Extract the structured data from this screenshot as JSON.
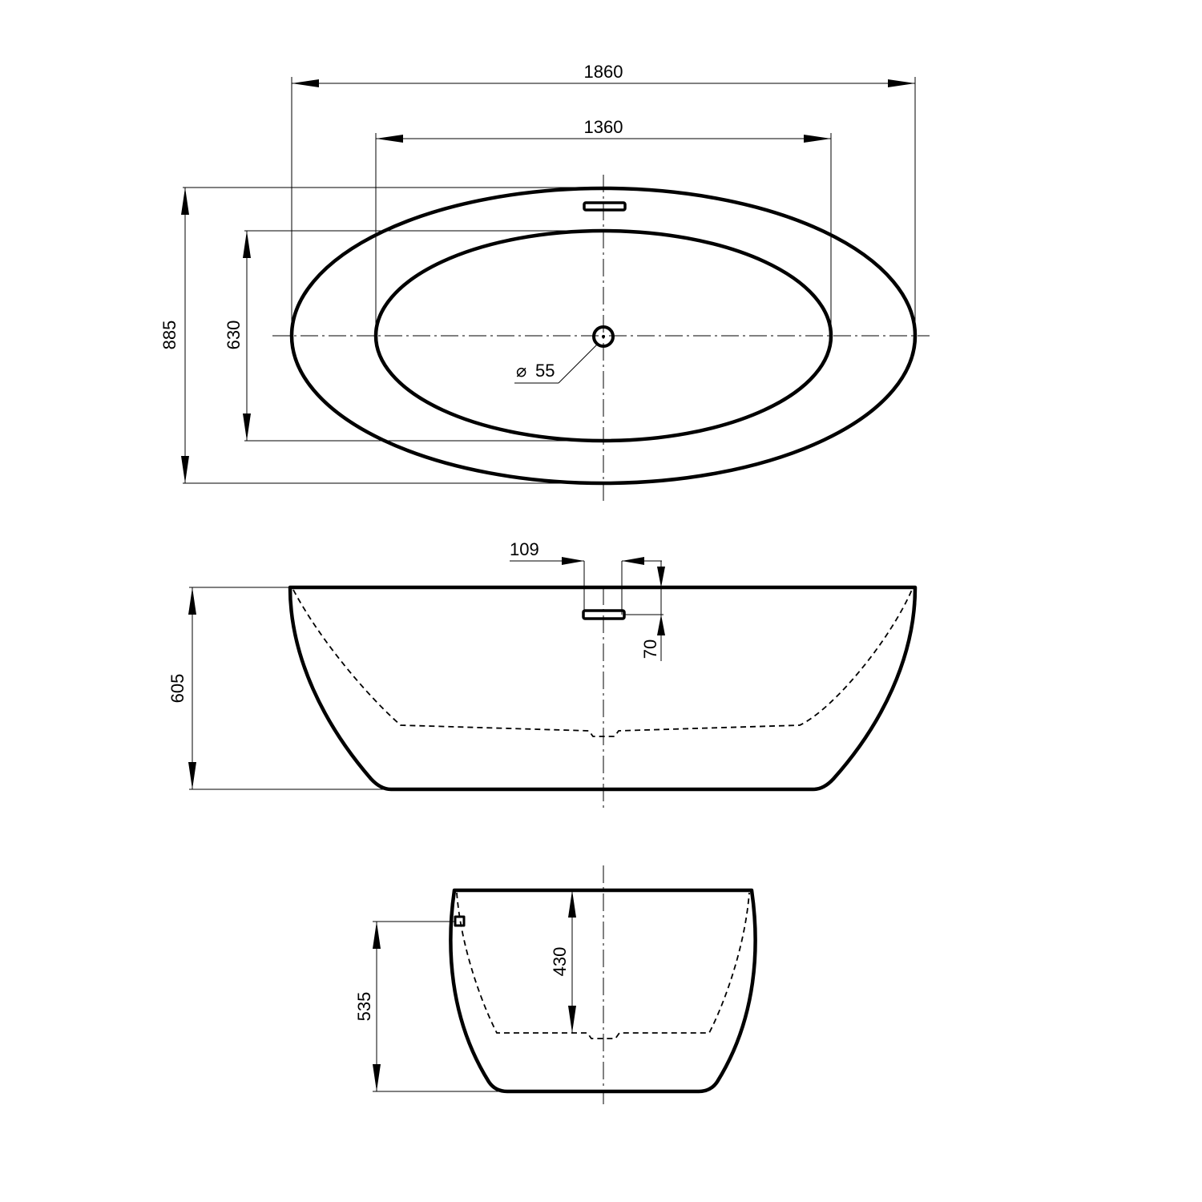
{
  "dimensions": {
    "top_overall_length": "1860",
    "top_inner_length": "1360",
    "top_overall_width": "885",
    "top_inner_width": "630",
    "drain_diameter": "55",
    "drain_diameter_symbol": "⌀",
    "overflow_width": "109",
    "overflow_offset": "70",
    "side_height": "605",
    "end_overflow_height": "535",
    "end_inner_depth": "430"
  },
  "colors": {
    "line": "#000000",
    "background": "#ffffff"
  }
}
